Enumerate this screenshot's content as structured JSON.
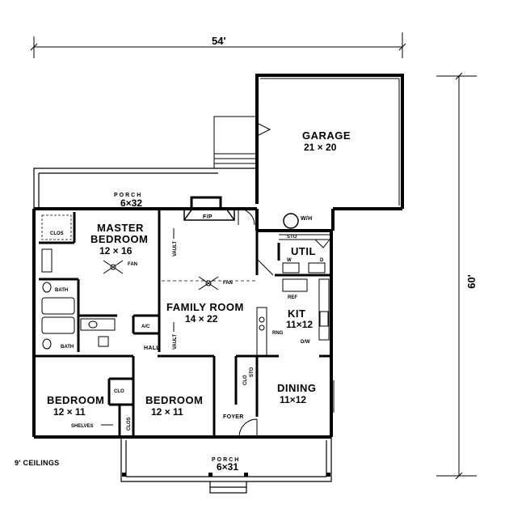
{
  "dimensions": {
    "width": "54'",
    "depth": "60'"
  },
  "ceilings": "9' CEILINGS",
  "rooms": {
    "garage": {
      "name": "GARAGE",
      "size": "21 × 20"
    },
    "porch_rear": {
      "name": "PORCH",
      "size": "6×32"
    },
    "master": {
      "name1": "MASTER",
      "name2": "BEDROOM",
      "size": "12 × 16"
    },
    "family": {
      "name": "FAMILY ROOM",
      "size": "14 × 22"
    },
    "kit": {
      "name": "KIT",
      "size": "11×12"
    },
    "util": {
      "name": "UTIL"
    },
    "dining": {
      "name": "DINING",
      "size": "11×12"
    },
    "bed1": {
      "name": "BEDROOM",
      "size": "12 × 11"
    },
    "bed2": {
      "name": "BEDROOM",
      "size": "12 × 11"
    },
    "porch_front": {
      "name": "PORCH",
      "size": "6×31"
    },
    "foyer": {
      "name": "FOYER"
    },
    "hall": {
      "name": "HALL"
    }
  },
  "small_labels": {
    "clos": "CLOS",
    "clo": "CLO",
    "bath": "BATH",
    "fan": "FAN",
    "vault": "VAULT",
    "fp": "F/P",
    "wh": "W/H",
    "sto": "STO",
    "w": "W",
    "d": "D",
    "ref": "REF",
    "rng": "RNG",
    "dw": "D/W",
    "ac": "A/C",
    "shelves": "SHELVES"
  }
}
